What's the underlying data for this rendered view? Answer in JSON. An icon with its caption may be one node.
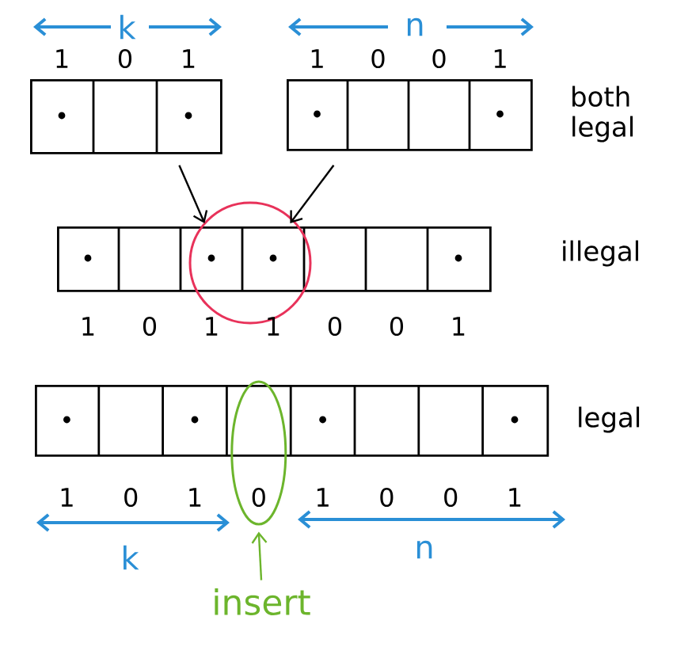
{
  "diagram": {
    "nodes": [
      {
        "text": [],
        "shape": "box"
      },
      {
        "text": [],
        "shape": "box"
      },
      {
        "text": [],
        "shape": "box"
      },
      {
        "text": [],
        "shape": "box"
      },
      {
        "text": [],
        "shape": "ellipse"
      },
      {
        "text": [
          "insert"
        ]
      }
    ],
    "edges": [
      {
        "from": 0,
        "to": 2,
        "arrow": "to"
      },
      {
        "from": 1,
        "to": 2,
        "arrow": "to"
      },
      {
        "from": 5,
        "to": 4,
        "arrow": "to",
        "color": "#6cb52c"
      }
    ],
    "labels": [
      "k",
      "n",
      "1",
      "0",
      "1",
      "1",
      "0",
      "0",
      "1",
      "both legal",
      "illegal",
      "1",
      "0",
      "1",
      "1",
      "0",
      "0",
      "1",
      "legal",
      "1",
      "0",
      "1",
      "0",
      "1",
      "0",
      "0",
      "1",
      "k",
      "n"
    ]
  }
}
